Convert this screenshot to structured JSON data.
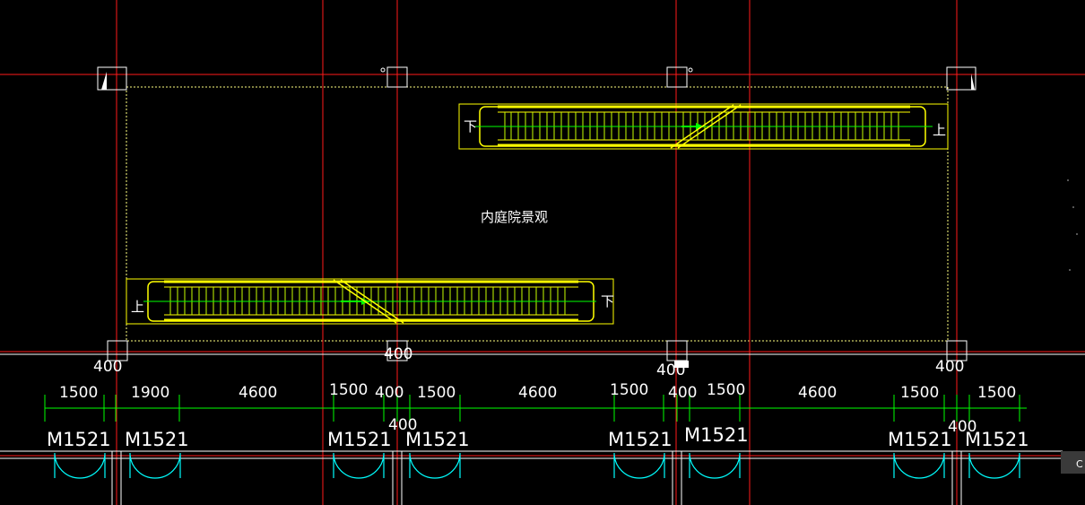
{
  "drawing": {
    "space_label": "内庭院景观",
    "colors": {
      "axis": "#ff1a1a",
      "wall": "#ffffff",
      "dimension": "#00ff00",
      "escalator_frame": "#ffff00",
      "escalator_steps": "#c8ff00",
      "door": "#00ffff",
      "boundary": "#ffff80",
      "background": "#000000"
    },
    "escalators": [
      {
        "name": "upper-escalator",
        "left_label": "下",
        "right_label": "上"
      },
      {
        "name": "lower-escalator",
        "left_label": "上",
        "right_label": "下"
      }
    ],
    "column_labels": [
      "400",
      "400",
      "400"
    ],
    "column_label_extra": "400",
    "dimension_labels": [
      "1500",
      "1900",
      "4600",
      "1500",
      "400",
      "1500",
      "4600",
      "1500",
      "400",
      "1500",
      "4600",
      "1500",
      "1500"
    ],
    "dimension_labels_small": [
      "400",
      "400"
    ],
    "door_labels": [
      "M1521",
      "M1521",
      "M1521",
      "M1521",
      "M1521",
      "M1521",
      "M1521",
      "M1521"
    ],
    "corner_badge": "C"
  }
}
